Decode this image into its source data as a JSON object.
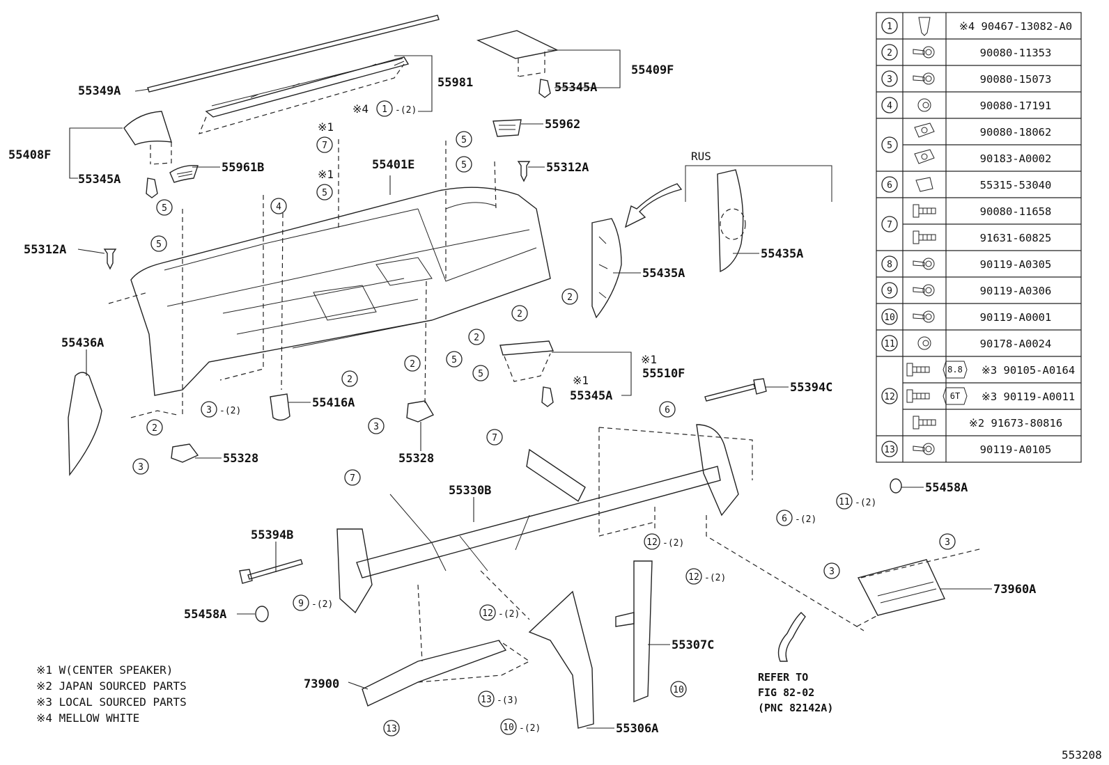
{
  "diagram_id": "553208",
  "rus_label": "RUS",
  "labels": [
    {
      "id": "55349A",
      "text": "55349A"
    },
    {
      "id": "55981",
      "text": "55981"
    },
    {
      "id": "55409F",
      "text": "55409F"
    },
    {
      "id": "55345A_top",
      "text": "55345A"
    },
    {
      "id": "55962",
      "text": "55962"
    },
    {
      "id": "55408F",
      "text": "55408F"
    },
    {
      "id": "55345A_left",
      "text": "55345A"
    },
    {
      "id": "55961B",
      "text": "55961B"
    },
    {
      "id": "55401E",
      "text": "55401E"
    },
    {
      "id": "55312A_top",
      "text": "55312A"
    },
    {
      "id": "55312A_left",
      "text": "55312A"
    },
    {
      "id": "55435A_mid",
      "text": "55435A"
    },
    {
      "id": "55435A_rus",
      "text": "55435A"
    },
    {
      "id": "55436A",
      "text": "55436A"
    },
    {
      "id": "55416A",
      "text": "55416A"
    },
    {
      "id": "55328_left",
      "text": "55328"
    },
    {
      "id": "55328_mid",
      "text": "55328"
    },
    {
      "id": "55510F",
      "text": "55510F"
    },
    {
      "id": "55345A_mid",
      "text": "55345A"
    },
    {
      "id": "55394C",
      "text": "55394C"
    },
    {
      "id": "55330B",
      "text": "55330B"
    },
    {
      "id": "55458A_right",
      "text": "55458A"
    },
    {
      "id": "55394B",
      "text": "55394B"
    },
    {
      "id": "55458A_left",
      "text": "55458A"
    },
    {
      "id": "73960A",
      "text": "73960A"
    },
    {
      "id": "55307C",
      "text": "55307C"
    },
    {
      "id": "73900",
      "text": "73900"
    },
    {
      "id": "55306A",
      "text": "55306A"
    }
  ],
  "qty": {
    "x2": "(2)",
    "x3": "(3)"
  },
  "note_marks": {
    "m1": "※1",
    "m4": "※4"
  },
  "refer_to": [
    "REFER TO",
    "FIG 82-02",
    "(PNC 82142A)"
  ],
  "notes": [
    "※1 W(CENTER SPEAKER)",
    "※2 JAPAN SOURCED PARTS",
    "※3 LOCAL SOURCED PARTS",
    "※4 MELLOW WHITE"
  ],
  "fastener_table": {
    "rows": [
      {
        "ref": "1",
        "part": "※4 90467-13082-A0",
        "icon": "clip"
      },
      {
        "ref": "2",
        "part": "90080-11353",
        "icon": "screw"
      },
      {
        "ref": "3",
        "part": "90080-15073",
        "icon": "screw"
      },
      {
        "ref": "4",
        "part": "90080-17191",
        "icon": "nut"
      },
      {
        "ref": "5",
        "part": "90080-18062",
        "icon": "nut-clip"
      },
      {
        "ref": "5",
        "part": "90183-A0002",
        "icon": "nut-clip"
      },
      {
        "ref": "6",
        "part": "55315-53040",
        "icon": "bracket"
      },
      {
        "ref": "7",
        "part": "90080-11658",
        "icon": "bolt"
      },
      {
        "ref": "7",
        "part": "91631-60825",
        "icon": "bolt"
      },
      {
        "ref": "8",
        "part": "90119-A0305",
        "icon": "screw"
      },
      {
        "ref": "9",
        "part": "90119-A0306",
        "icon": "screw"
      },
      {
        "ref": "10",
        "part": "90119-A0001",
        "icon": "screw"
      },
      {
        "ref": "11",
        "part": "90178-A0024",
        "icon": "nut"
      },
      {
        "ref": "12",
        "part": "※3 90105-A0164",
        "icon": "bolt",
        "grade": "8.8"
      },
      {
        "ref": "12",
        "part": "※3 90119-A0011",
        "icon": "bolt",
        "grade": "6T"
      },
      {
        "ref": "12",
        "part": "※2 91673-80816",
        "icon": "bolt"
      },
      {
        "ref": "13",
        "part": "90119-A0105",
        "icon": "screw"
      }
    ]
  }
}
